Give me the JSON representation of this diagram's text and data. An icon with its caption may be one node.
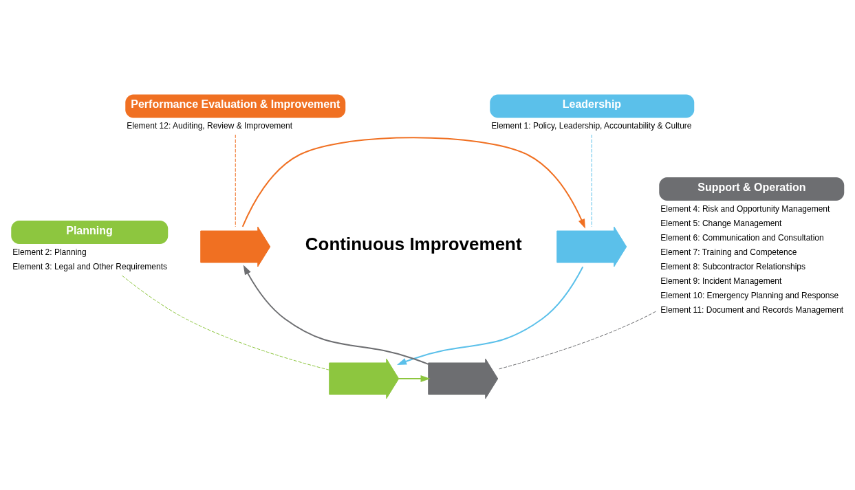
{
  "diagram": {
    "nodes": [
      {
        "text": [
          "Performance Evaluation & Improvement"
        ],
        "beside": [
          "Element 12: Auditing, Review & Improvement"
        ]
      },
      {
        "text": [
          "Leadership"
        ],
        "beside": [
          "Element 1: Policy, Leadership, Accountability & Culture"
        ]
      },
      {
        "text": [
          "Support & Operation"
        ],
        "beside": [
          "Element 4: Risk and Opportunity Management",
          "Element 5: Change Management",
          "Element 6: Communication and Consultation",
          "Element 7: Training and Competence",
          "Element 8: Subcontractor Relationships",
          "Element 9: Incident Management",
          "Element 10: Emergency Planning and Response",
          "Element 11: Document and Records Management"
        ]
      },
      {
        "text": [
          "Planning"
        ],
        "beside": [
          "Element 2: Planning",
          "Element 3: Legal and Other Requirements"
        ]
      },
      {
        "text": [],
        "shape": "arrow"
      },
      {
        "text": [],
        "shape": "arrow"
      },
      {
        "text": [],
        "shape": "arrow"
      },
      {
        "text": [],
        "shape": "arrow"
      }
    ],
    "edges": [
      {
        "from": 4,
        "to": 5,
        "arrow": "to",
        "color": "#f07022"
      },
      {
        "from": 5,
        "to": 6,
        "arrow": "to",
        "color": "#5bc0ea"
      },
      {
        "from": 6,
        "to": 7,
        "arrow": "to",
        "color": "#8dc63f"
      },
      {
        "from": 7,
        "to": 4,
        "arrow": "to",
        "color": "#6d6e71"
      },
      {
        "from": 0,
        "to": 4,
        "arrow": "none",
        "style": "dashed",
        "color": "#f07022"
      },
      {
        "from": 1,
        "to": 5,
        "arrow": "none",
        "style": "dashed",
        "color": "#5bc0ea"
      },
      {
        "from": 3,
        "to": 6,
        "arrow": "none",
        "style": "dashed",
        "color": "#8dc63f"
      },
      {
        "from": 2,
        "to": 7,
        "arrow": "none",
        "style": "dashed",
        "color": "#6d6e71"
      }
    ],
    "labels": [
      "Continuous Improvement"
    ]
  }
}
